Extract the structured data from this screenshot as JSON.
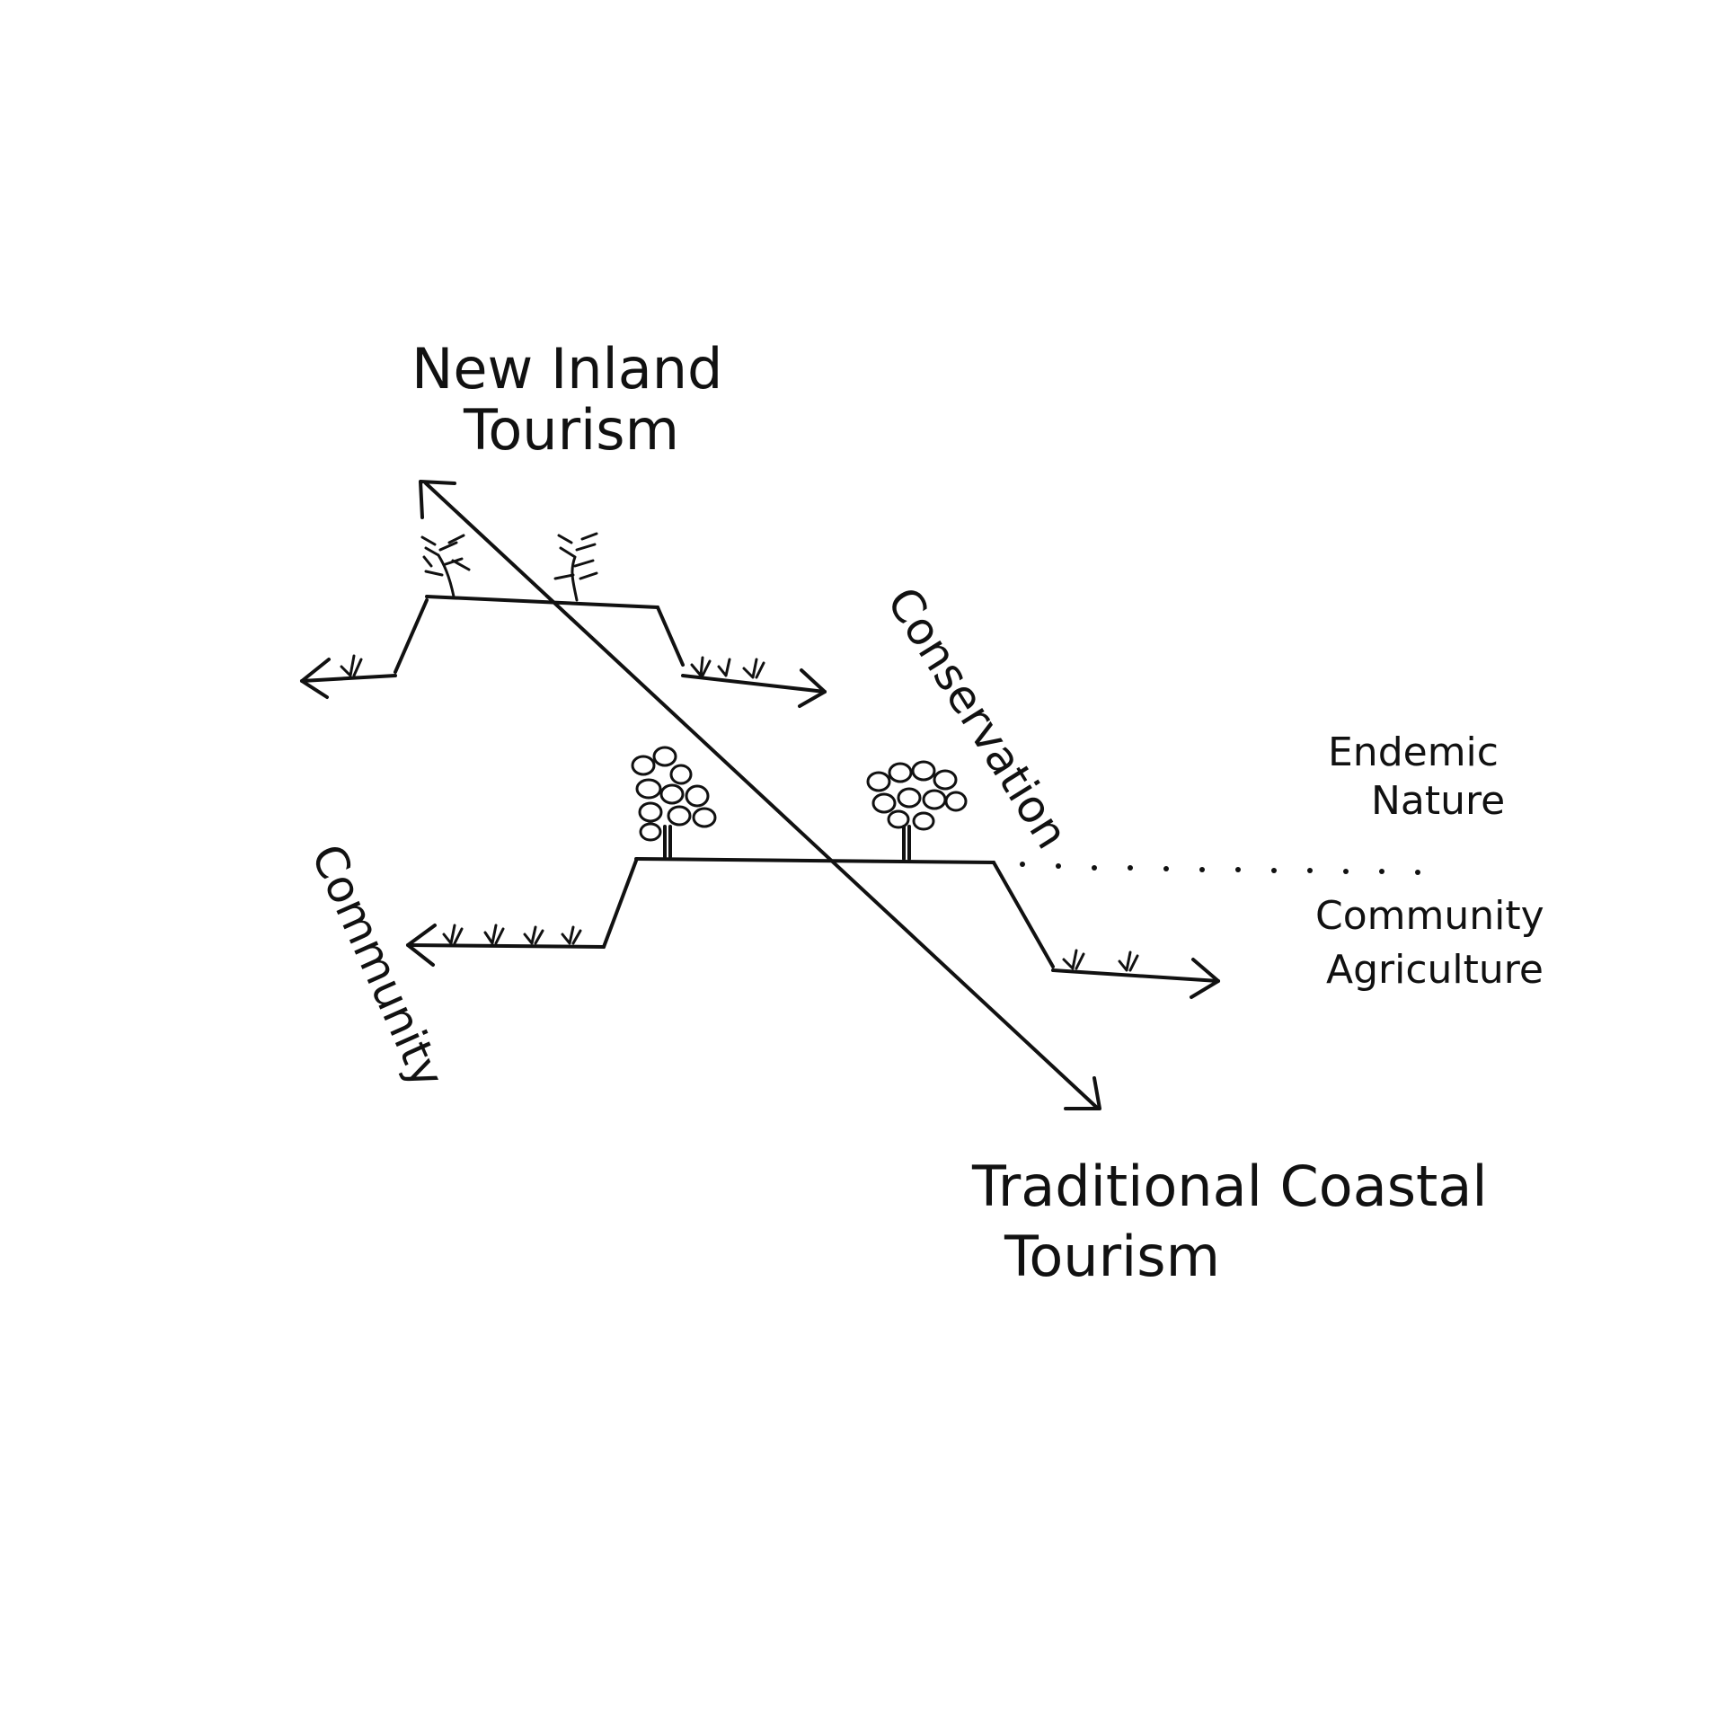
{
  "labels": {
    "new_inland_line1": "New Inland",
    "new_inland_line2": "Tourism",
    "traditional_line1": "Traditional Coastal",
    "traditional_line2": "Tourism",
    "conservation": "Conservation",
    "community_vertical": "Community",
    "endemic_line1": "Endemic",
    "endemic_line2": "Nature",
    "community_agri_line1": "Community",
    "community_agri_line2": "Agriculture"
  },
  "colors": {
    "ink": "#111111",
    "paper": "#ffffff"
  },
  "icons": {
    "bare_tree": "bare-tree-icon",
    "leafy_tree": "leafy-tree-icon",
    "grass_tuft": "grass-tuft-icon"
  }
}
